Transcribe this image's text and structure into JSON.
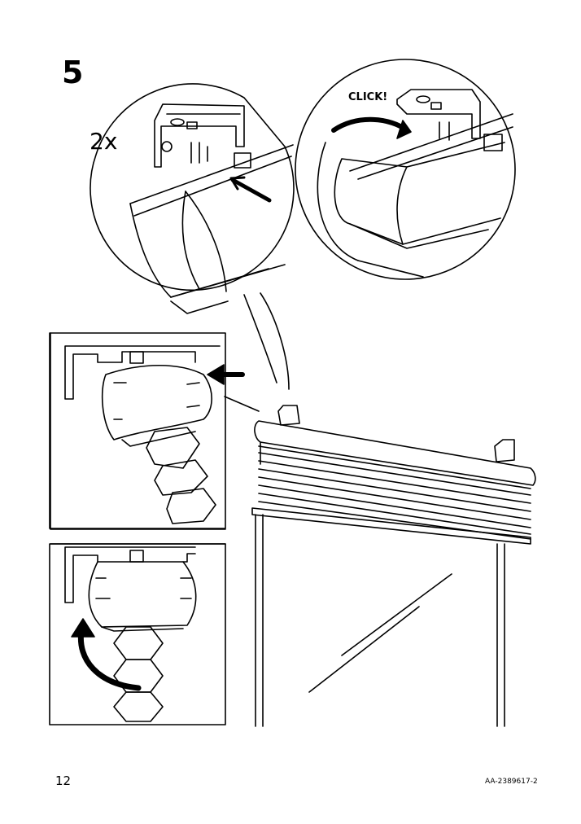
{
  "step": {
    "number": "5",
    "quantity": "2x",
    "click_text": "CLICK!"
  },
  "footer": {
    "page_number": "12",
    "doc_code": "AA-2389617-2"
  }
}
